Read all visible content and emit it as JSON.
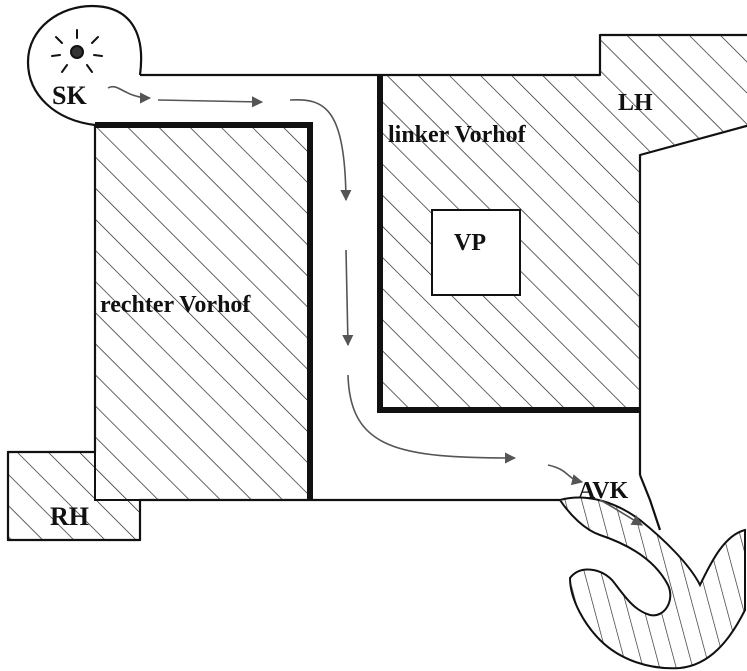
{
  "colors": {
    "ink": "#111111",
    "hatch": "#222222",
    "arrow": "#555555",
    "background": "#ffffff"
  },
  "labels": {
    "sk": "SK",
    "lh": "LH",
    "rh": "RH",
    "left_atrium": "linker Vorhof",
    "right_atrium": "rechter Vorhof",
    "vp": "VP",
    "avk": "AVK"
  },
  "icons": {
    "sinus_node": "sun-node-icon",
    "conduction_arrow": "arrow-icon"
  }
}
